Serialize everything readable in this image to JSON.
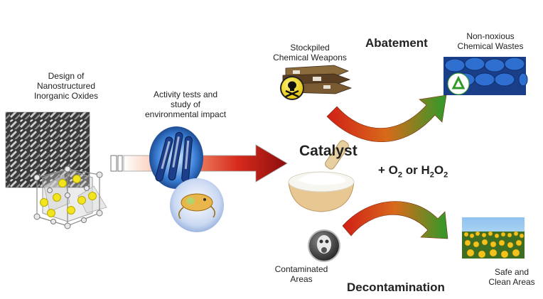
{
  "labels": {
    "design": [
      "Design of",
      "Nanostructured",
      "Inorganic Oxides"
    ],
    "activity": [
      "Activity tests and",
      "study of",
      "environmental impact"
    ],
    "stockpiled": [
      "Stockpiled",
      "Chemical Weapons"
    ],
    "non_noxious": [
      "Non-noxious",
      "Chemical Wastes"
    ],
    "contaminated": [
      "Contaminated",
      "Areas"
    ],
    "safe": [
      "Safe and",
      "Clean Areas"
    ],
    "abatement": "Abatement",
    "decontamination": "Decontamination",
    "catalyst": "Catalyst",
    "oxidant": {
      "prefix": "+ O",
      "sub1": "2",
      "middle": " or H",
      "sub2": "2",
      "mid2": "O",
      "sub3": "2"
    }
  },
  "icons": {
    "sem_image": "sem-micrograph-image",
    "crystal": "crystal-structure-icon",
    "test_tubes": "test-tubes-image",
    "organism": "aquatic-organism-image",
    "bullets": "chemical-weapons-image",
    "skull": "skull-crossbones-icon",
    "barrels": "recycling-barrels-image",
    "gas_mask": "gas-mask-icon",
    "field": "sunflower-field-image",
    "powder": "catalyst-powder-image"
  },
  "colors": {
    "arrow_start": "#ffffff",
    "arrow_mid": "#e0301e",
    "arrow_end": "#8b0d0d",
    "curve_red": "#c8201a",
    "curve_green": "#3a9a2a",
    "barrel_blue": "#1f5fb5",
    "sunflower": "#f3c21b"
  }
}
